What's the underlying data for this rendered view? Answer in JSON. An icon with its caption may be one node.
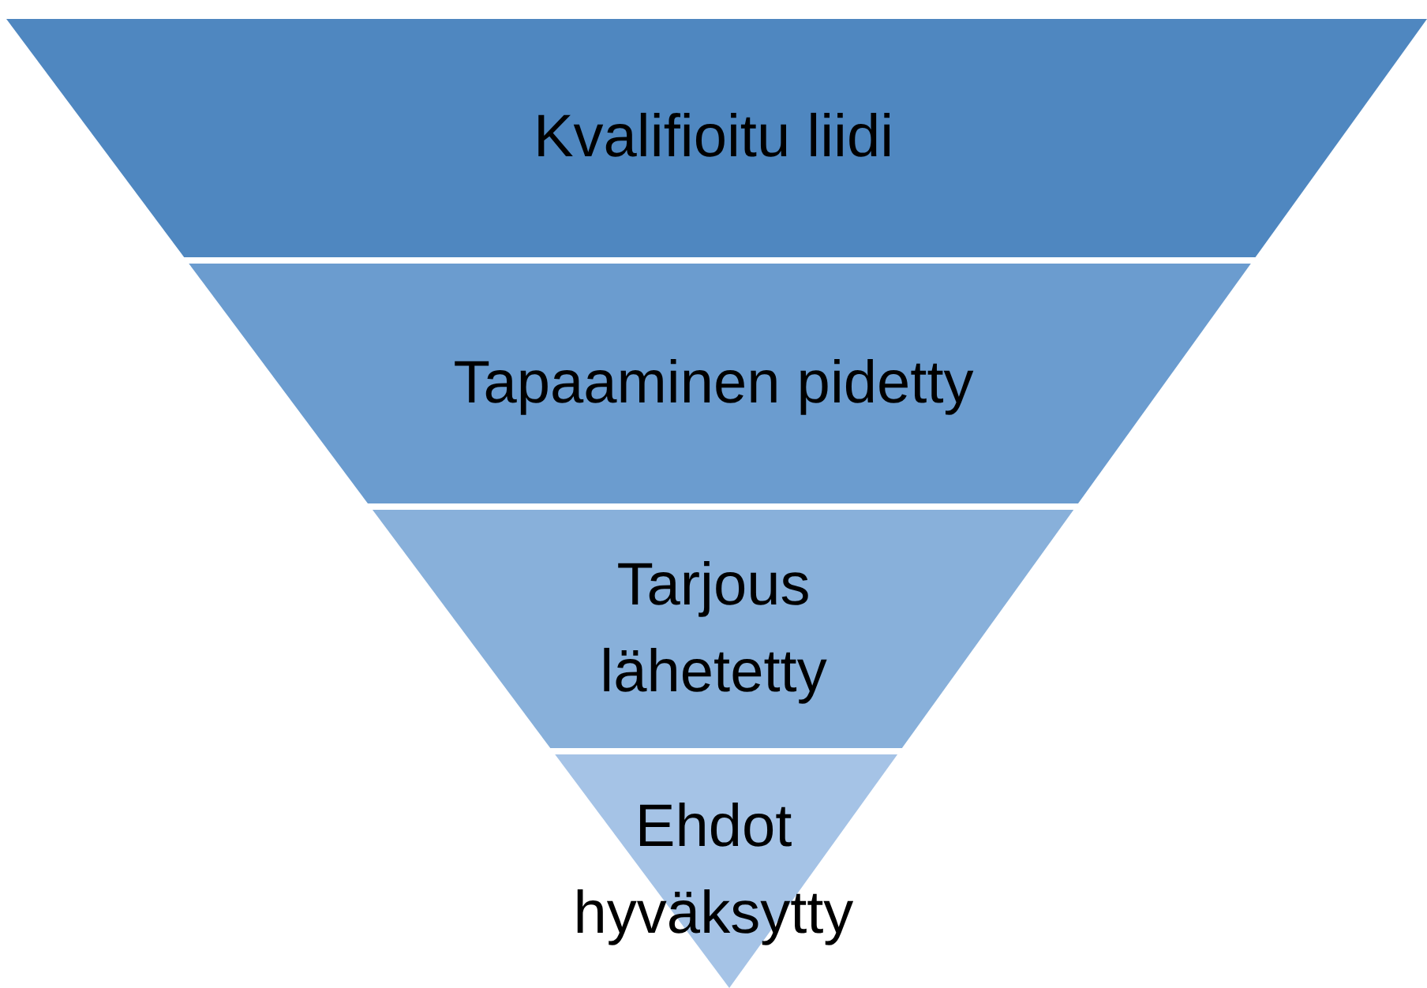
{
  "diagram": {
    "nodes": [
      {
        "text": [
          "Kvalifioitu liidi"
        ]
      },
      {
        "text": [
          "Tapaaminen pidetty"
        ]
      },
      {
        "text": [
          "Tarjous lähetetty"
        ]
      },
      {
        "text": [
          "Ehdot hyväksytty"
        ]
      }
    ]
  }
}
